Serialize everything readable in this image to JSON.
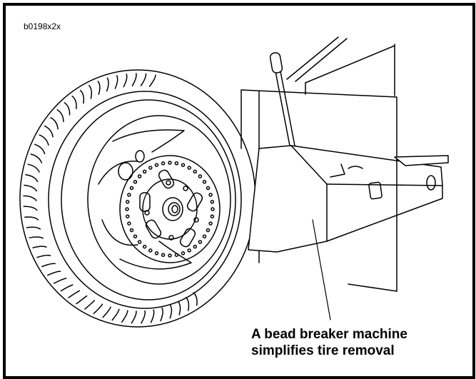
{
  "figure_id": "b0198x2x",
  "caption": {
    "line1": "A bead breaker machine",
    "line2": "simplifies tire removal"
  },
  "colors": {
    "ink": "#000000",
    "paper": "#ffffff"
  }
}
